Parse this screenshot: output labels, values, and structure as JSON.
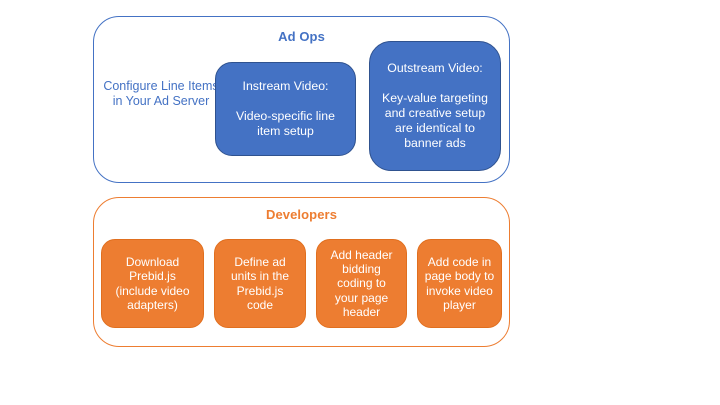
{
  "ad_ops": {
    "title": "Ad Ops",
    "side_note": "Configure Line Items in Your Ad Server",
    "boxes": [
      {
        "name": "instream-video",
        "text": "Instream Video:\n\nVideo-specific line item setup"
      },
      {
        "name": "outstream-video",
        "text": "Outstream Video:\n\nKey-value targeting and creative setup are identical to banner ads"
      }
    ],
    "accent_color": "#4472C4",
    "box_fill_color": "#4472C4",
    "box_border_color": "#2F528F",
    "text_color_on_box": "#FFFFFF"
  },
  "developers": {
    "title": "Developers",
    "boxes": [
      {
        "name": "download-prebid",
        "text": "Download Prebid.js (include video adapters)"
      },
      {
        "name": "define-ad-units",
        "text": "Define ad units in the Prebid.js code"
      },
      {
        "name": "add-header-bidding-code",
        "text": "Add header bidding coding to your page header"
      },
      {
        "name": "add-page-body-code",
        "text": "Add code in page body to invoke video player"
      }
    ],
    "accent_color": "#ED7D31",
    "box_fill_color": "#ED7D31",
    "text_color_on_box": "#FFFFFF"
  }
}
